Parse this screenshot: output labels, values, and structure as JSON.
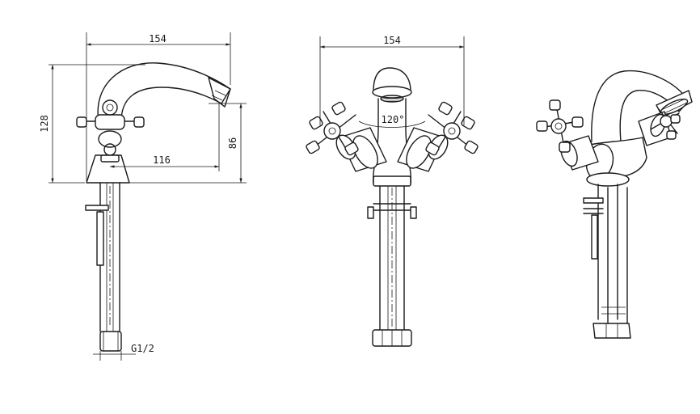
{
  "dimensions": {
    "side_width": "154",
    "side_height": "128",
    "side_spout_height": "86",
    "side_reach": "116",
    "thread": "G1/2",
    "front_width": "154",
    "front_angle": "120°"
  }
}
